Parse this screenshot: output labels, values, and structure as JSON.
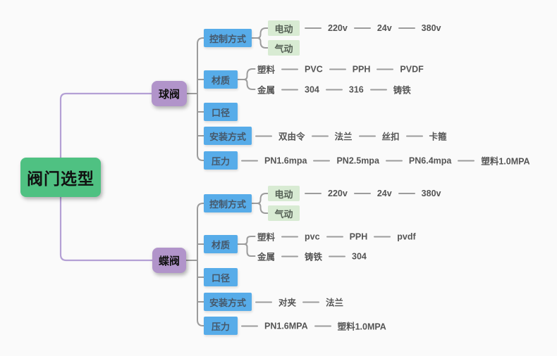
{
  "colors": {
    "bg": "#fafafa",
    "node-blue": "#57ace9",
    "node-blue-text": "#46586a",
    "node-green-light": "#d8ebd3",
    "node-green-text": "#566156",
    "node-purple": "#b194ca",
    "root-green": "#4fc182",
    "line-gray": "#9c9c9c",
    "line-purple": "#b4a0d5",
    "row-text": "#555555"
  },
  "root": {
    "label": "阀门选型"
  },
  "branches": [
    {
      "label": "球阀",
      "children": [
        {
          "label": "控制方式",
          "children": [
            {
              "label": "电动",
              "values": [
                "220v",
                "24v",
                "380v"
              ]
            },
            {
              "label": "气动"
            }
          ]
        },
        {
          "label": "材质",
          "children": [
            {
              "label": "塑料",
              "values": [
                "PVC",
                "PPH",
                "PVDF"
              ]
            },
            {
              "label": "金属",
              "values": [
                "304",
                "316",
                "铸铁"
              ]
            }
          ]
        },
        {
          "label": "口径"
        },
        {
          "label": "安装方式",
          "values": [
            "双由令",
            "法兰",
            "丝扣",
            "卡箍"
          ]
        },
        {
          "label": "压力",
          "values": [
            "PN1.6mpa",
            "PN2.5mpa",
            "PN6.4mpa",
            "塑料1.0MPA"
          ]
        }
      ]
    },
    {
      "label": "蝶阀",
      "children": [
        {
          "label": "控制方式",
          "children": [
            {
              "label": "电动",
              "values": [
                "220v",
                "24v",
                "380v"
              ]
            },
            {
              "label": "气动"
            }
          ]
        },
        {
          "label": "材质",
          "children": [
            {
              "label": "塑料",
              "values": [
                "pvc",
                "PPH",
                "pvdf"
              ]
            },
            {
              "label": "金属",
              "values": [
                "铸铁",
                "304"
              ]
            }
          ]
        },
        {
          "label": "口径"
        },
        {
          "label": "安装方式",
          "values": [
            "对夹",
            "法兰"
          ]
        },
        {
          "label": "压力",
          "values": [
            "PN1.6MPA",
            "塑料1.0MPA"
          ]
        }
      ]
    }
  ]
}
